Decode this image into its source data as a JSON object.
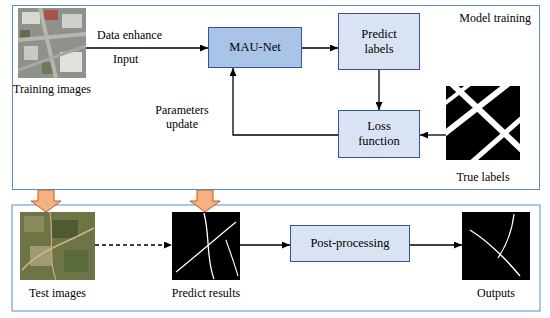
{
  "diagram": {
    "nodes": [
      {
        "text": [
          "Model training"
        ]
      },
      {
        "text": [
          "Training images"
        ],
        "in": 0
      },
      {
        "text": [
          "MAU-Net"
        ],
        "in": 0
      },
      {
        "text": [
          "Predict labels"
        ],
        "in": 0
      },
      {
        "text": [
          "Loss function"
        ],
        "in": 0
      },
      {
        "text": [
          "True labels"
        ],
        "in": 0
      },
      {
        "text": [
          "Test images"
        ]
      },
      {
        "text": [
          "Predict results"
        ]
      },
      {
        "text": [
          "Post-processing"
        ]
      },
      {
        "text": [
          "Outputs"
        ]
      }
    ],
    "edges": [
      {
        "from": 1,
        "to": 2,
        "label": "Data enhance",
        "arrow": "to"
      },
      {
        "from": 2,
        "to": 3,
        "arrow": "to"
      },
      {
        "from": 3,
        "to": 4,
        "arrow": "to"
      },
      {
        "from": 4,
        "to": 2,
        "label": "Parameters update",
        "arrow": "to"
      },
      {
        "from": 5,
        "to": 4,
        "arrow": "to"
      },
      {
        "from": 0,
        "to": 6,
        "arrow": "to"
      },
      {
        "from": 0,
        "to": 7,
        "arrow": "to"
      },
      {
        "from": 6,
        "to": 7,
        "arrow": "to"
      },
      {
        "from": 7,
        "to": 8,
        "arrow": "to"
      },
      {
        "from": 8,
        "to": 9,
        "arrow": "to"
      }
    ],
    "labels": [
      "Input"
    ]
  }
}
